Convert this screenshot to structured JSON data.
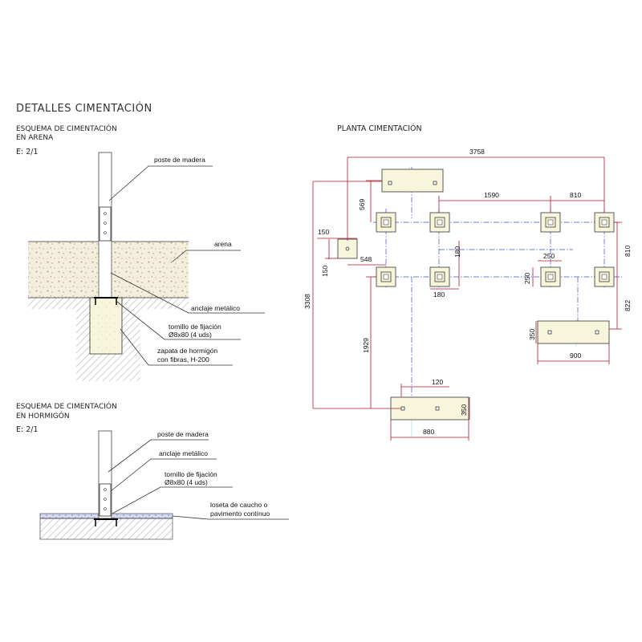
{
  "colors": {
    "dimension": "#b2182b",
    "axis": "#3b4fc4",
    "footing_fill": "#f7f6dc",
    "sand_fill": "#f1ebd8",
    "rubber_fill": "#d4d8ee",
    "line": "#333333"
  },
  "header": {
    "title": "DETALLES CIMENTACIÓN"
  },
  "detail_sand": {
    "title_line1": "ESQUEMA DE CIMENTACIÓN",
    "title_line2": "EN ARENA",
    "scale": "E: 2/1",
    "labels": {
      "post": "poste de madera",
      "sand": "arena",
      "anchor": "anclaje metálico",
      "bolt_line1": "tornillo de fijación",
      "bolt_line2": "Ø8x80 (4 uds)",
      "footing_line1": "zapata de hormigón",
      "footing_line2": "con fibras, H-200"
    }
  },
  "detail_concrete": {
    "title_line1": "ESQUEMA DE CIMENTACIÓN",
    "title_line2": "EN HORMIGÓN",
    "scale": "E: 2/1",
    "labels": {
      "post": "poste de madera",
      "anchor": "anclaje metálico",
      "bolt_line1": "tornillo de fijación",
      "bolt_line2": "Ø8x80 (4 uds)",
      "tile_line1": "loseta de caucho o",
      "tile_line2": "pavimento contínuo"
    }
  },
  "plan": {
    "title": "PLANTA CIMENTACIÓN",
    "dimensions": {
      "overall_width": "3758",
      "top_right_span": "1590",
      "top_right_module": "810",
      "top_footing_offset": "569",
      "small_footing_size": "150",
      "small_footing_side": "150",
      "small_footing_offset": "548",
      "overall_height": "3308",
      "post_gap": "180",
      "post_width": "180",
      "right_post_size": "250",
      "right_post_side": "250",
      "right_module_height": "810",
      "right_footing_offset": "822",
      "bottom_footing_offset": "1929",
      "bottom_footing_anchor": "120",
      "bottom_footing_depth": "350",
      "bottom_footing_width": "880",
      "right_footing_depth": "350",
      "right_footing_width": "900"
    }
  }
}
